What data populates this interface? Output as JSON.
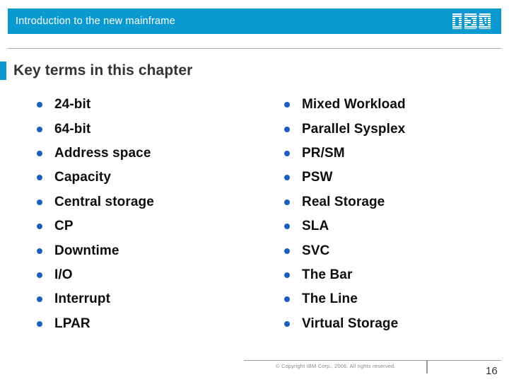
{
  "header": {
    "title": "Introduction to the new mainframe",
    "logo": "ibm-logo",
    "band_color": "#0b9ad0"
  },
  "heading": {
    "text": "Key terms in this chapter",
    "accent_color": "#0b9ad0"
  },
  "content": {
    "bullet_color": "#1a5fbe",
    "columns": [
      {
        "name": "left",
        "items": [
          {
            "label": "24-bit"
          },
          {
            "label": "64-bit"
          },
          {
            "label": "Address space"
          },
          {
            "label": "Capacity"
          },
          {
            "label": "Central storage"
          },
          {
            "label": "CP"
          },
          {
            "label": "Downtime"
          },
          {
            "label": "I/O"
          },
          {
            "label": "Interrupt"
          },
          {
            "label": "LPAR"
          }
        ]
      },
      {
        "name": "right",
        "items": [
          {
            "label": "Mixed Workload"
          },
          {
            "label": "Parallel Sysplex"
          },
          {
            "label": "PR/SM"
          },
          {
            "label": "PSW"
          },
          {
            "label": "Real Storage"
          },
          {
            "label": "SLA"
          },
          {
            "label": "SVC"
          },
          {
            "label": "The Bar"
          },
          {
            "label": "The Line"
          },
          {
            "label": "Virtual Storage"
          }
        ]
      }
    ]
  },
  "footer": {
    "copyright": "© Copyright IBM Corp., 2006. All rights reserved.",
    "page_number": "16"
  }
}
